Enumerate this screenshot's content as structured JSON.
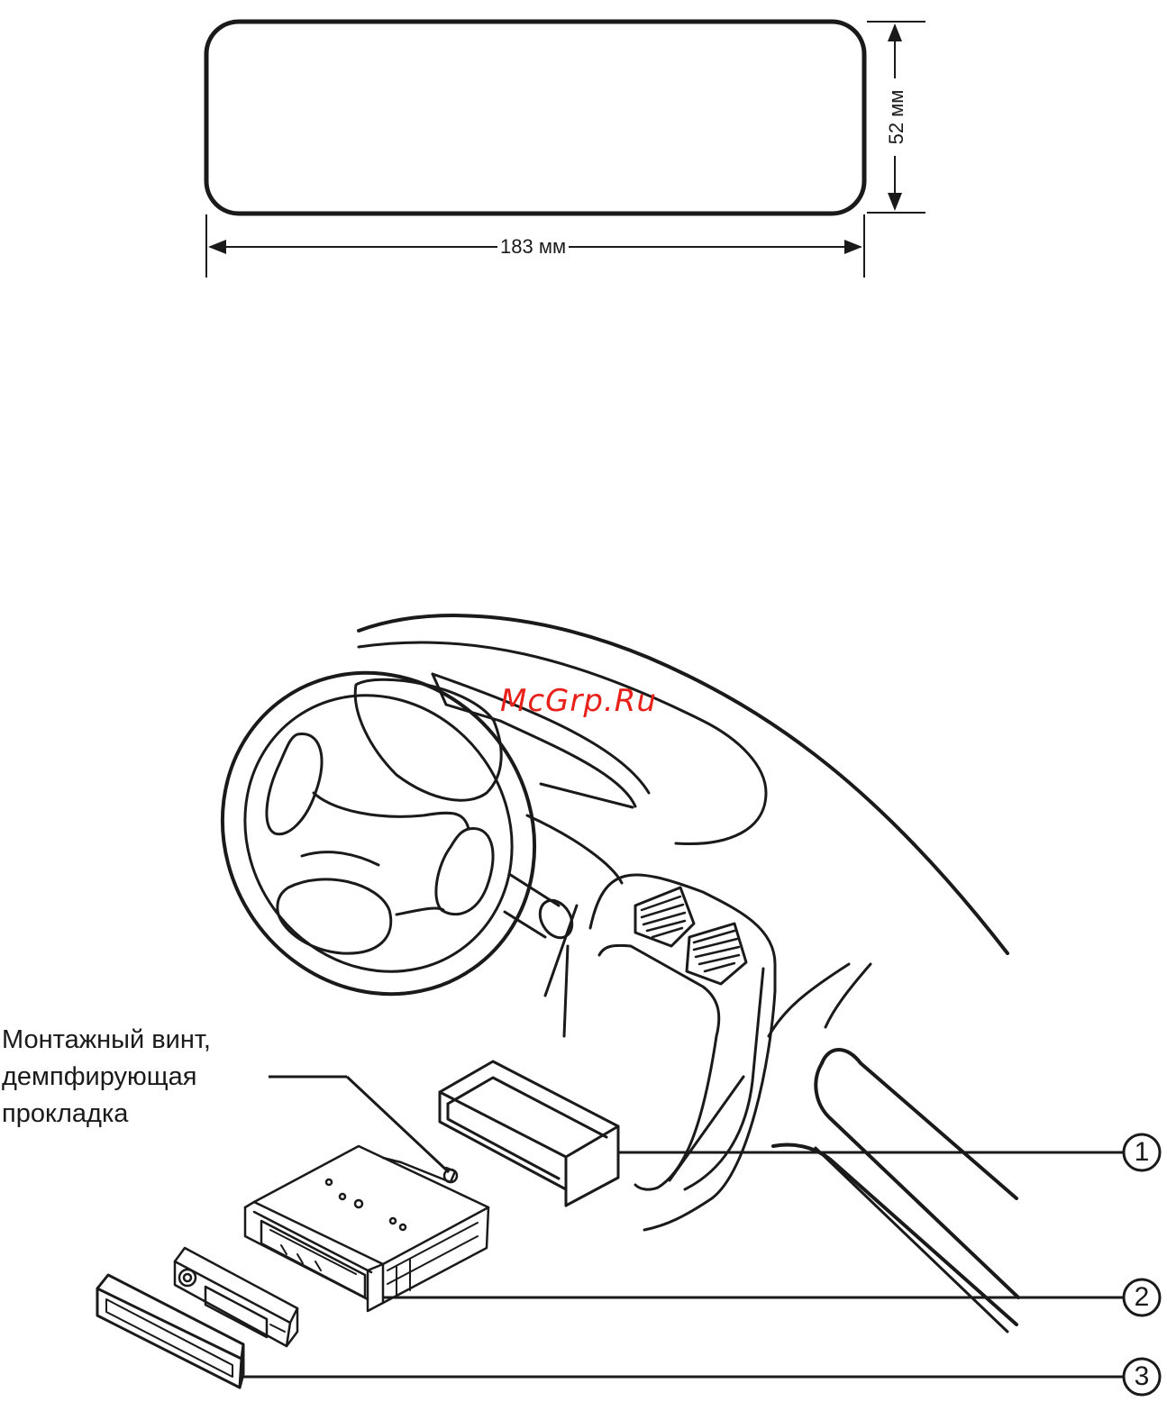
{
  "dimensions": {
    "width_label": "183 мм",
    "height_label": "52 мм"
  },
  "watermark": "McGrp.Ru",
  "mounting_label": {
    "line1": "Монтажный винт,",
    "line2": "демпфирующая",
    "line3": "прокладка"
  },
  "callouts": [
    {
      "number": "1"
    },
    {
      "number": "2"
    },
    {
      "number": "3"
    }
  ]
}
